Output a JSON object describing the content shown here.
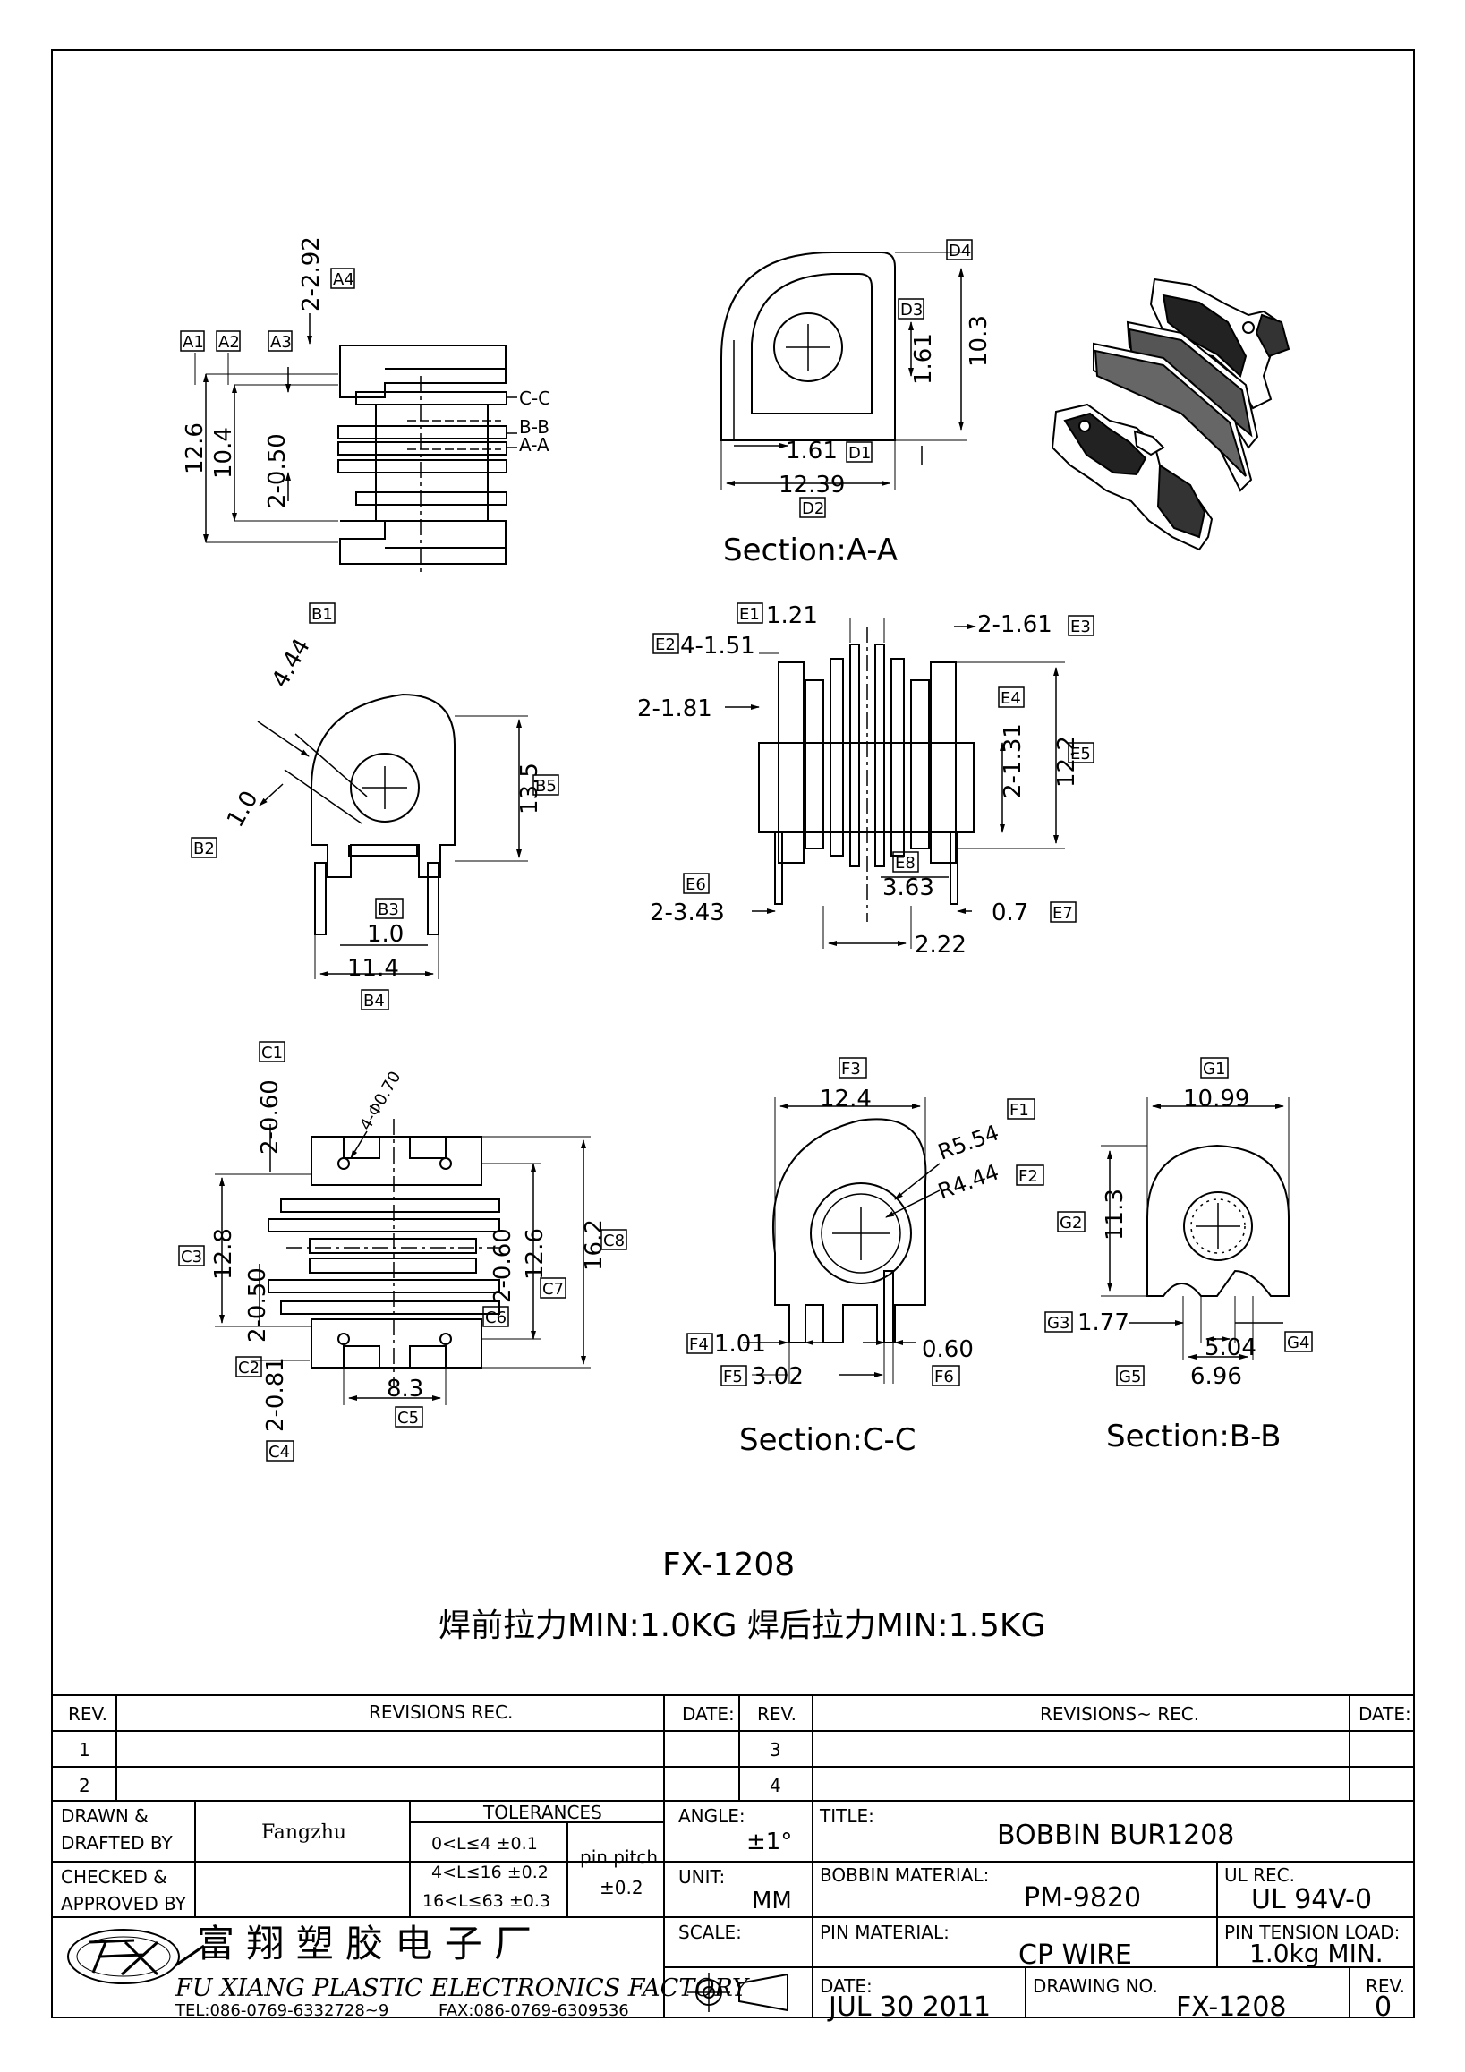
{
  "part_no": "FX-1208",
  "pull_spec": "焊前拉力MIN:1.0KG 焊后拉力MIN:1.5KG",
  "views": {
    "front": {
      "labels": {
        "A1": "A1",
        "A2": "A2",
        "A3": "A3",
        "A4": "A4"
      },
      "dims": {
        "a4": "2-2.92",
        "a1": "12.6",
        "a2": "10.4",
        "a3": "2-0.50"
      },
      "section_marks": {
        "cc": "C-C",
        "bb": "B-B",
        "aa": "A-A"
      }
    },
    "section_aa": {
      "labels": {
        "D1": "D1",
        "D2": "D2",
        "D3": "D3",
        "D4": "D4"
      },
      "dims": {
        "d3": "1.61",
        "d4": "10.3",
        "d1": "1.61",
        "d2": "12.39"
      },
      "caption": "Section:A-A"
    },
    "side_b": {
      "labels": {
        "B1": "B1",
        "B2": "B2",
        "B3": "B3",
        "B4": "B4",
        "B5": "B5"
      },
      "dims": {
        "b1": "4.44",
        "b2": "1.0",
        "b5": "13.5",
        "b3": "1.0",
        "b4": "11.4"
      }
    },
    "top_e": {
      "labels": {
        "E1": "E1",
        "E2": "E2",
        "E3": "E3",
        "E4": "E4",
        "E5": "E5",
        "E6": "E6",
        "E7": "E7",
        "E8": "E8"
      },
      "dims": {
        "e1": "1.21",
        "e2": "4-1.51",
        "e3": "2-1.61",
        "e2b": "2-1.81",
        "e4": "2-1.31",
        "e5": "12.2",
        "e8": "3.63",
        "e6": "2-3.43",
        "e7": "0.7",
        "e8b": "2.22"
      }
    },
    "bottom_c": {
      "labels": {
        "C1": "C1",
        "C2": "C2",
        "C3": "C3",
        "C4": "C4",
        "C5": "C5",
        "C6": "C6",
        "C7": "C7",
        "C8": "C8"
      },
      "dims": {
        "c1": "2-0.60",
        "hole": "4-Φ0.70",
        "c3": "12.8",
        "c7a": "2-0.60",
        "c7": "12.6",
        "c8": "16.2",
        "c2a": "2-0.50",
        "c4": "2-0.81",
        "c5": "8.3"
      }
    },
    "section_cc": {
      "labels": {
        "F1": "F1",
        "F2": "F2",
        "F3": "F3",
        "F4": "F4",
        "F5": "F5",
        "F6": "F6"
      },
      "dims": {
        "f3": "12.4",
        "f1": "R5.54",
        "f2": "R4.44",
        "f4": "1.01",
        "f6": "0.60",
        "f5": "3.02"
      },
      "caption": "Section:C-C"
    },
    "section_bb": {
      "labels": {
        "G1": "G1",
        "G2": "G2",
        "G3": "G3",
        "G4": "G4",
        "G5": "G5"
      },
      "dims": {
        "g1": "10.99",
        "g2": "11.3",
        "g3": "1.77",
        "g4": "5.04",
        "g5": "6.96"
      },
      "caption": "Section:B-B"
    }
  },
  "title_block": {
    "rev_header": "REV.",
    "revisions_header": "REVISIONS   REC.",
    "date_header": "DATE:",
    "rev_header2": "REV.",
    "revisions_header2": "REVISIONS~ REC.",
    "date_header2": "DATE:",
    "rev_rows_left": [
      "1",
      "2"
    ],
    "rev_rows_right": [
      "3",
      "4"
    ],
    "drawn_label": "DRAWN &\nDRAFTED BY",
    "drawn_by": "Fangzhu",
    "checked_label": "CHECKED &\nAPPROVED BY",
    "tolerances_label": "TOLERANCES",
    "tol_rows": [
      "0<L≤4   ±0.1",
      "4<L≤16  ±0.2",
      "16<L≤63  ±0.3"
    ],
    "pin_pitch_label": "pin pitch",
    "pin_pitch_value": "±0.2",
    "angle_label": "ANGLE:",
    "angle_value": "±1°",
    "unit_label": "UNIT:",
    "unit_value": "MM",
    "scale_label": "SCALE:",
    "title_label": "TITLE:",
    "title_value": "BOBBIN    BUR1208",
    "bobbin_material_label": "BOBBIN MATERIAL:",
    "bobbin_material_value": "PM-9820",
    "ul_label": "UL REC.",
    "ul_value": "UL 94V-0",
    "pin_material_label": "PIN MATERIAL:",
    "pin_material_value": "CP WIRE",
    "pin_tension_label": "PIN TENSION LOAD:",
    "pin_tension_value": "1.0kg  MIN.",
    "date_label": "DATE:",
    "date_value": "JUL 30 2011",
    "drawing_no_label": "DRAWING NO.",
    "drawing_no_value": "FX-1208",
    "rev_label": "REV.",
    "rev_value": "0",
    "company_cn": "富 翔 塑 胶 电 子 厂",
    "company_en": "FU XIANG PLASTIC ELECTRONICS FACTORY",
    "tel": "TEL:086-0769-6332728~9",
    "fax": "FAX:086-0769-6309536"
  }
}
